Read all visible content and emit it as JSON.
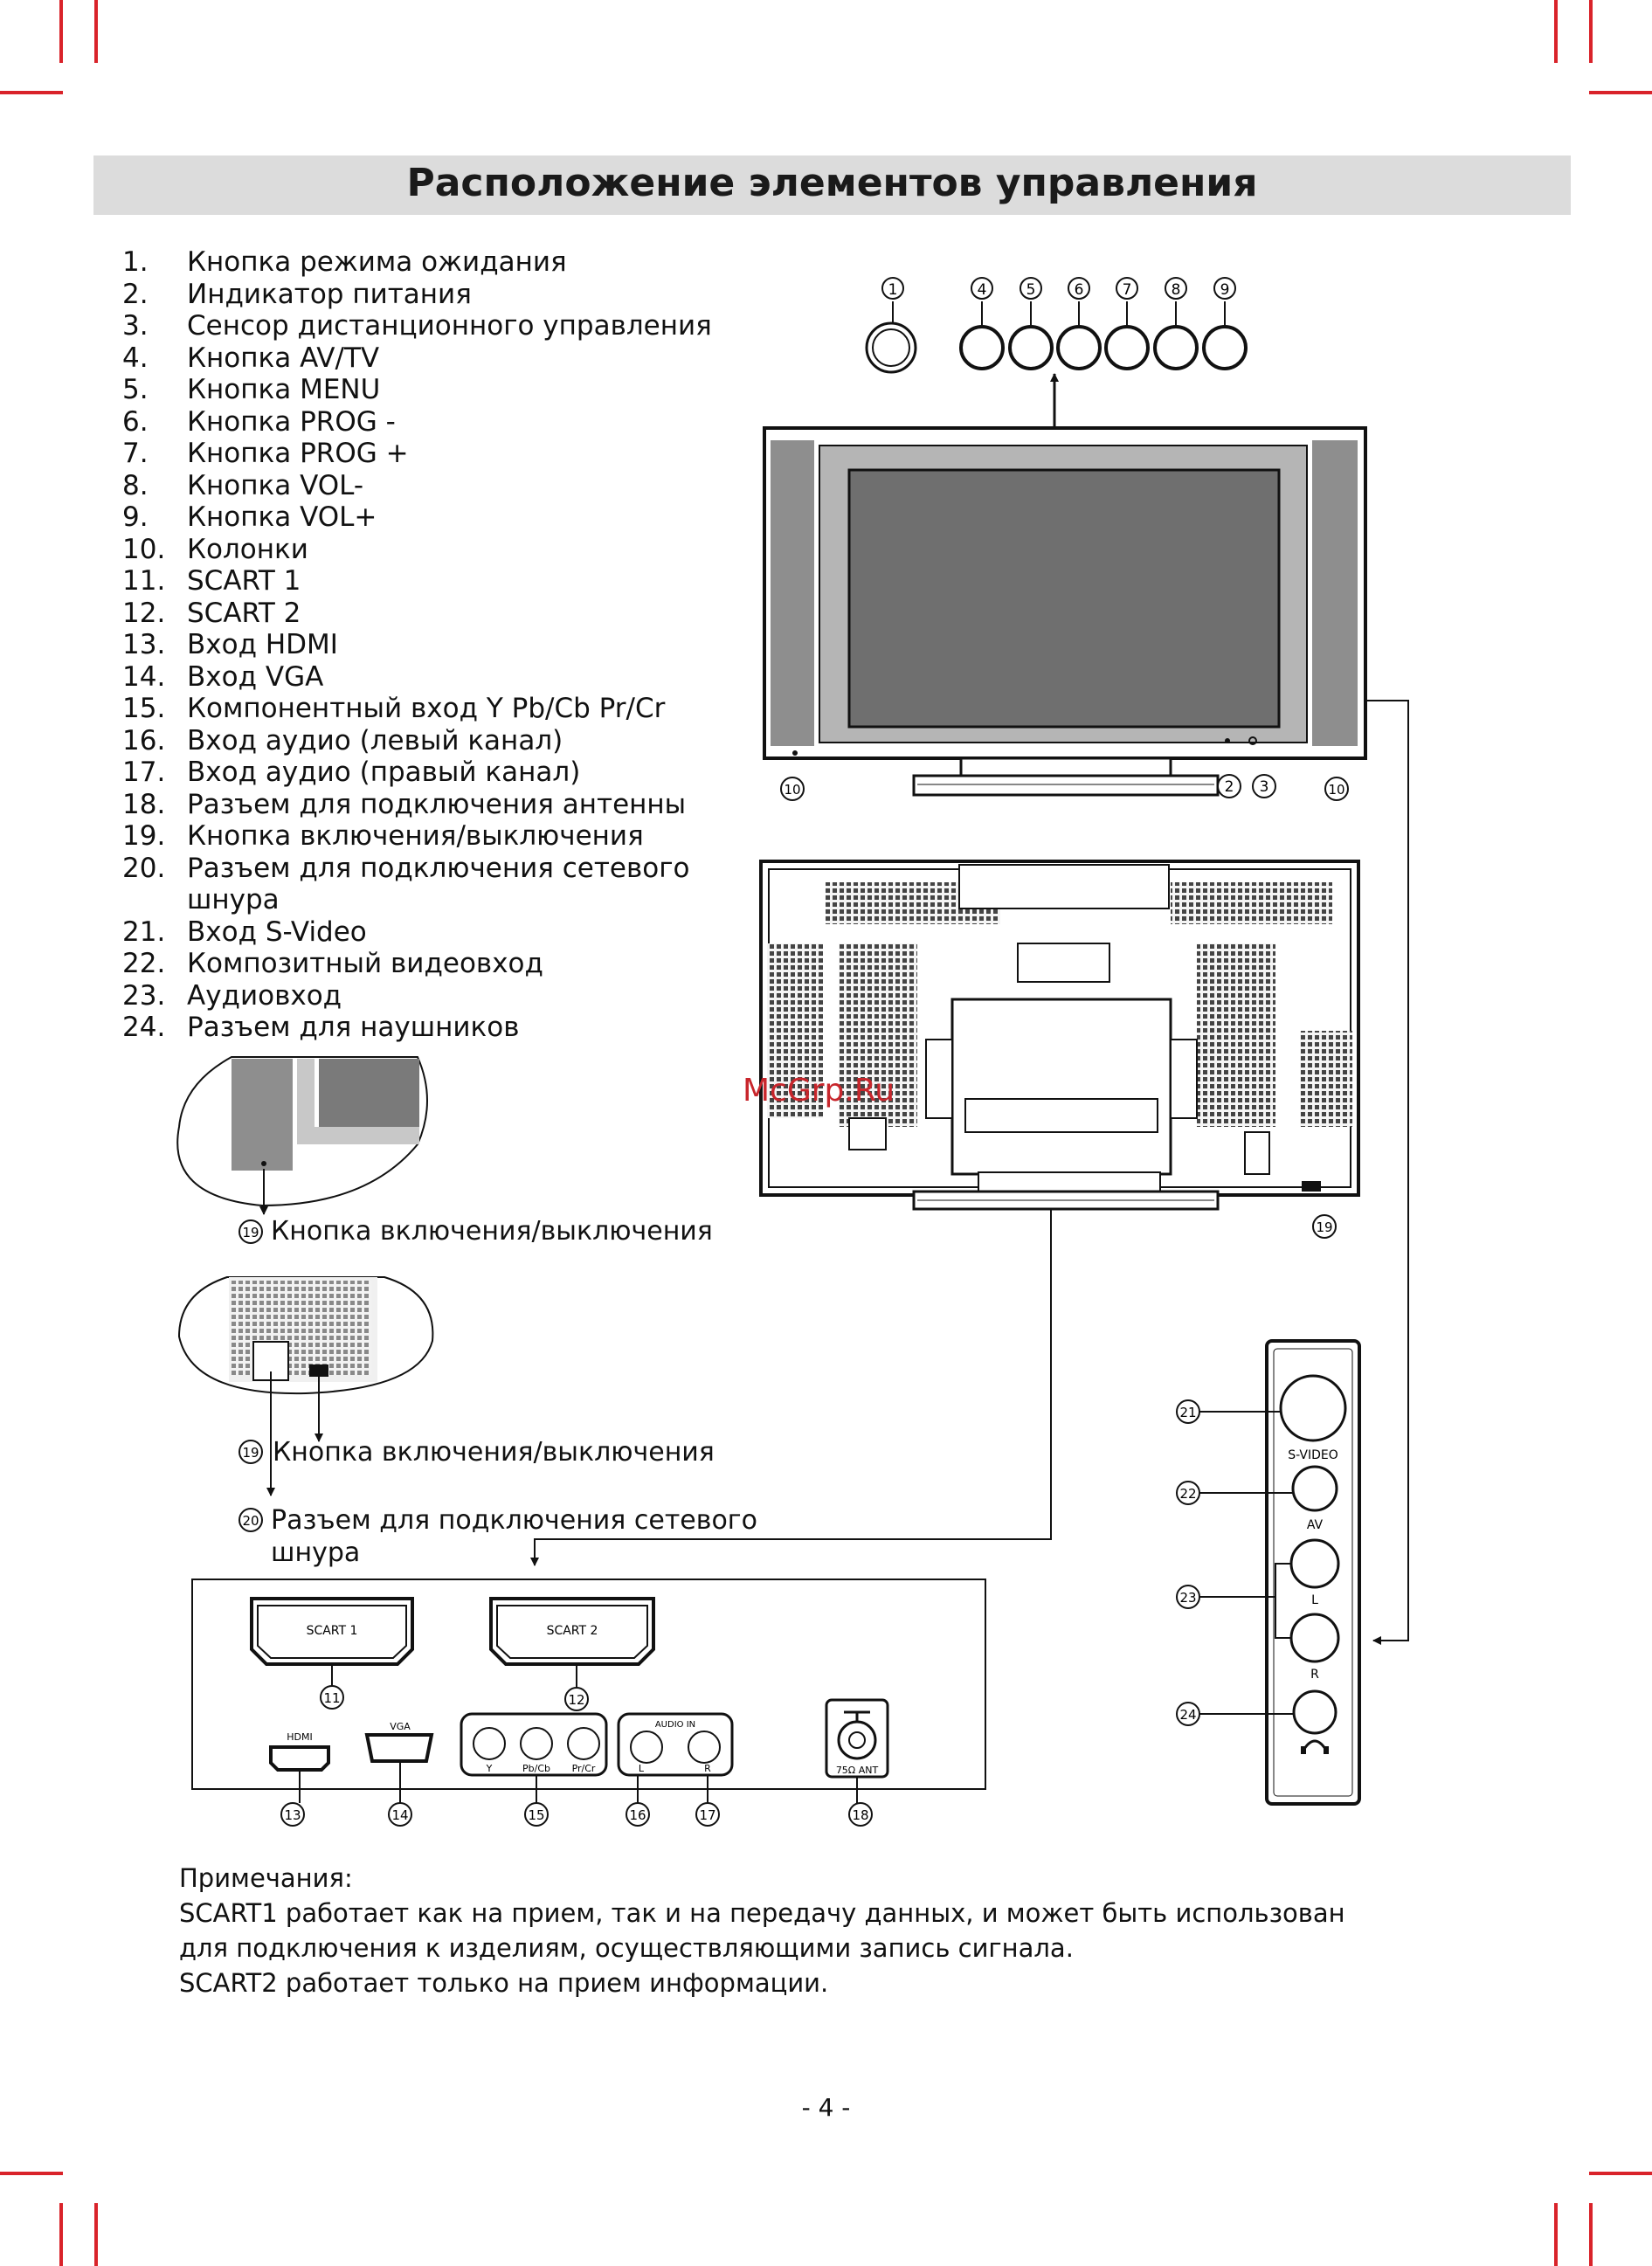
{
  "title": "Расположение элементов управления",
  "items": [
    {
      "num": "1.",
      "text": "Кнопка режима ожидания"
    },
    {
      "num": "2.",
      "text": "Индикатор питания"
    },
    {
      "num": "3.",
      "text": "Сенсор дистанционного управления"
    },
    {
      "num": "4.",
      "text": "Кнопка AV/TV"
    },
    {
      "num": "5.",
      "text": "Кнопка MENU"
    },
    {
      "num": "6.",
      "text": "Кнопка PROG -"
    },
    {
      "num": "7.",
      "text": "Кнопка PROG +"
    },
    {
      "num": "8.",
      "text": "Кнопка VOL-"
    },
    {
      "num": "9.",
      "text": "Кнопка VOL+"
    },
    {
      "num": "10.",
      "text": "Колонки"
    },
    {
      "num": "11.",
      "text": "SCART 1"
    },
    {
      "num": "12.",
      "text": "SCART 2"
    },
    {
      "num": "13.",
      "text": "Вход HDMI"
    },
    {
      "num": "14.",
      "text": "Вход VGA"
    },
    {
      "num": "15.",
      "text": "Компонентный вход Y Pb/Cb Pr/Cr"
    },
    {
      "num": "16.",
      "text": "Вход аудио (левый канал)"
    },
    {
      "num": "17.",
      "text": "Вход аудио (правый канал)"
    },
    {
      "num": "18.",
      "text": "Разъем для подключения антенны"
    },
    {
      "num": "19.",
      "text": "Кнопка включения/выключения"
    },
    {
      "num": "20.",
      "text": "Разъем для подключения сетевого",
      "cont": "шнура"
    },
    {
      "num": "21.",
      "text": "Вход S-Video"
    },
    {
      "num": "22.",
      "text": "Композитный видеовход"
    },
    {
      "num": "23.",
      "text": "Аудиовход"
    },
    {
      "num": "24.",
      "text": "Разъем для наушников"
    }
  ],
  "callouts": {
    "power1": "Кнопка включения/выключения",
    "power2": "Кнопка включения/выключения",
    "mains_l1": "Разъем для подключения сетевого",
    "mains_l2": "шнура"
  },
  "badges": {
    "b19": "19",
    "b20": "20",
    "button_marks": [
      "1",
      "4",
      "5",
      "6",
      "7",
      "8",
      "9"
    ],
    "front": [
      "10",
      "2",
      "3",
      "10"
    ],
    "back": "19",
    "bottom": [
      "11",
      "12",
      "13",
      "14",
      "15",
      "16",
      "17",
      "18"
    ],
    "side": [
      "21",
      "22",
      "23",
      "24"
    ]
  },
  "ports": {
    "scart1": "SCART 1",
    "scart2": "SCART 2",
    "hdmi": "HDMI",
    "vga": "VGA",
    "y": "Y",
    "pbcb": "Pb/Cb",
    "prcr": "Pr/Cr",
    "audio_in": "AUDIO IN",
    "l": "L",
    "r": "R",
    "ant": "75Ω ANT",
    "svideo": "S-VIDEO",
    "av": "AV",
    "side_l": "L",
    "side_r": "R"
  },
  "notes": {
    "heading": "Примечания:",
    "line1": "SCART1 работает как на прием, так и на передачу данных, и может быть использован",
    "line2": "для подключения к изделиям, осуществляющими запись сигнала.",
    "line3": "SCART2 работает только на прием информации."
  },
  "watermark": "McGrp.Ru",
  "page_number": "- 4 -",
  "colors": {
    "crop": "#d9232a",
    "title_bg": "#dcdcdc",
    "watermark": "#c8262c"
  }
}
